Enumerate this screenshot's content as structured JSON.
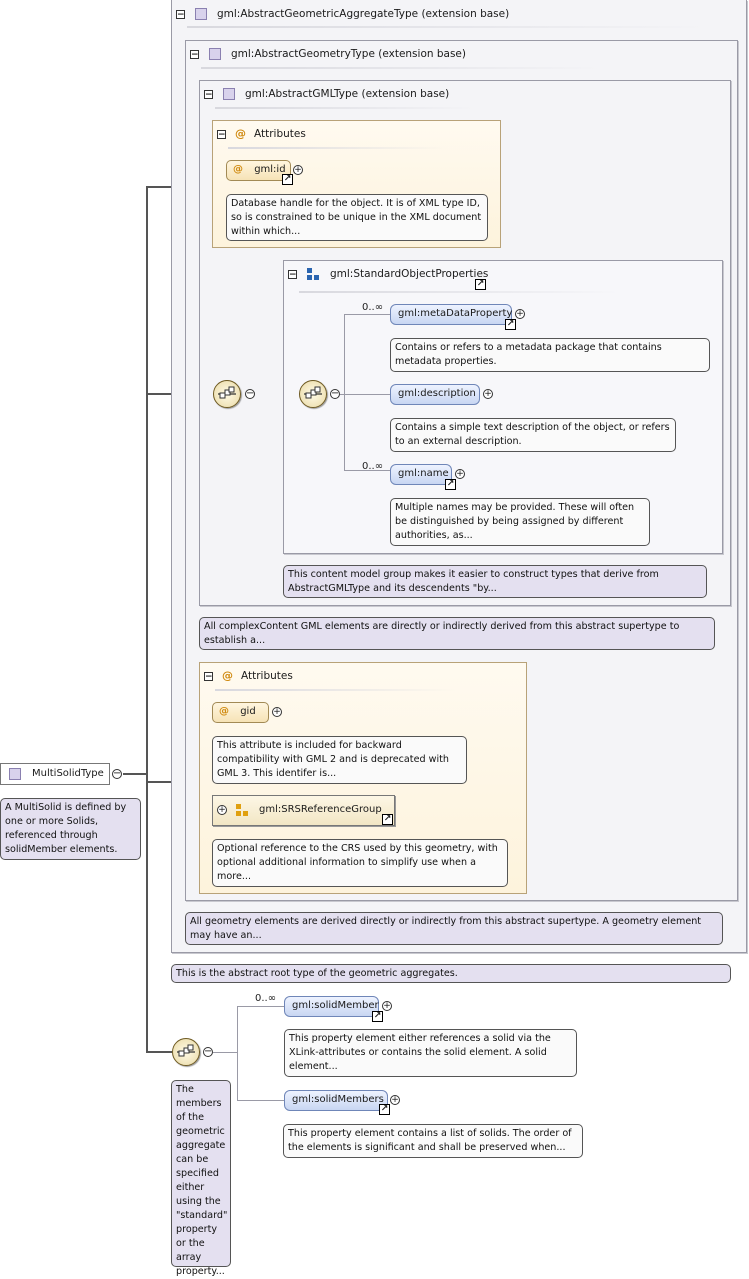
{
  "root": {
    "label": "MultiSolidType",
    "doc": "A MultiSolid is defined by one or more Solids, referenced through solidMember elements."
  },
  "ext_aggregate": {
    "title": "gml:AbstractGeometricAggregateType (extension base)",
    "doc": "This is the abstract root type of the geometric aggregates."
  },
  "ext_geometry": {
    "title": "gml:AbstractGeometryType (extension base)",
    "doc": "All geometry elements are derived directly or indirectly from this abstract supertype. A geometry element may have an..."
  },
  "ext_gml": {
    "title": "gml:AbstractGMLType (extension base)",
    "doc": "All complexContent GML elements are directly or indirectly derived from this abstract supertype to establish a..."
  },
  "attrs_gml": {
    "title": "Attributes",
    "id_label": "gml:id",
    "id_doc": "Database handle for the object. It is of XML type ID, so is constrained to be unique in the XML document within which..."
  },
  "std_props": {
    "title": "gml:StandardObjectProperties",
    "doc": "This content model group makes it easier to construct types that derive from AbstractGMLType and its descendents \"by...",
    "items": [
      {
        "label": "gml:metaDataProperty",
        "card": "0..∞",
        "doc": "Contains or refers to a metadata package that contains metadata properties."
      },
      {
        "label": "gml:description",
        "card": "",
        "doc": "Contains a simple text description of the object, or refers to an external description."
      },
      {
        "label": "gml:name",
        "card": "0..∞",
        "doc": "Multiple names may be provided. These will often be distinguished by being assigned by different authorities, as..."
      }
    ]
  },
  "attrs_geom": {
    "title": "Attributes",
    "gid_label": "gid",
    "gid_doc": "This attribute is included for backward compatibility with GML 2 and is deprecated with GML 3. This identifer is...",
    "srs_label": "gml:SRSReferenceGroup",
    "srs_doc": "Optional reference to the CRS used by this geometry, with optional additional information to simplify use when a more..."
  },
  "members": {
    "seq_doc": "The members of the geometric aggregate can be specified either using the \"standard\" property or the array property...",
    "items": [
      {
        "label": "gml:solidMember",
        "card": "0..∞",
        "doc": "This property element either references a solid via the XLink-attributes or contains the solid element. A solid element..."
      },
      {
        "label": "gml:solidMembers",
        "card": "",
        "doc": "This property element contains a list of solids. The order of the elements is significant and shall be preserved when..."
      }
    ]
  },
  "colors": {
    "element_fill": "#c8d6f2",
    "attribute_fill": "#fdf3dc",
    "doc_lavender": "#e4e0f0",
    "extension_fill": "#f4f4f7"
  }
}
